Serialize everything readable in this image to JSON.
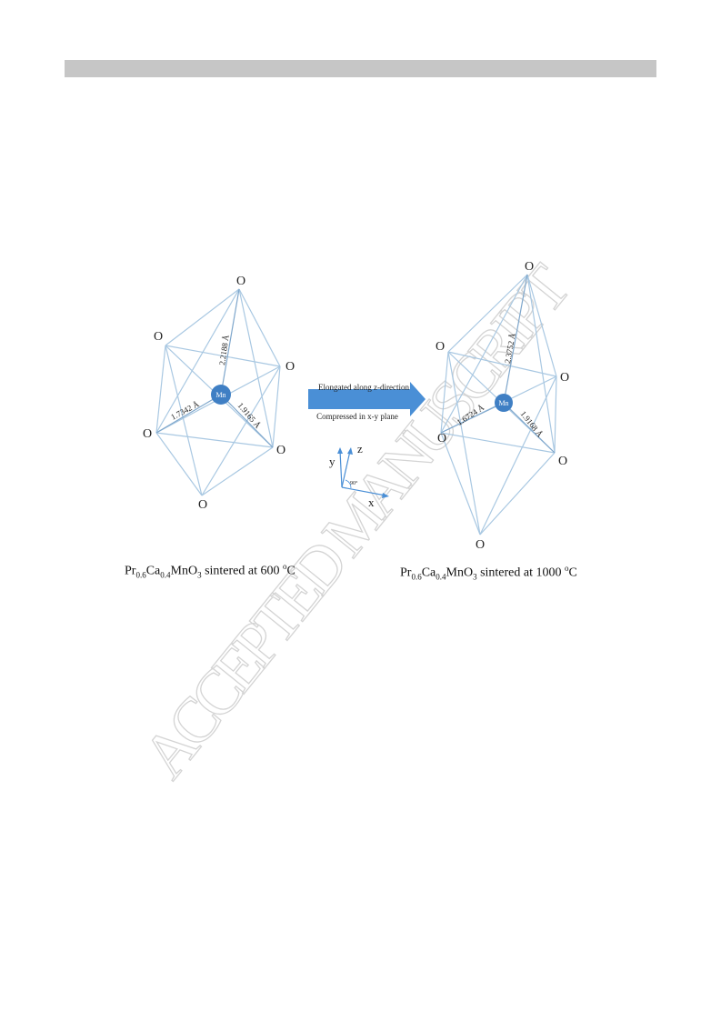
{
  "watermark": "ACCEPTED MANUSCRIPT",
  "left": {
    "atom_labels": [
      "O",
      "O",
      "O",
      "O",
      "O",
      "O"
    ],
    "center": "Mn",
    "bond_lengths": [
      "2.2188 Å",
      "1.7342 Å",
      "1.9165 Å"
    ],
    "caption": {
      "pr": "Pr",
      "pr_sub": "0.6",
      "ca": "Ca",
      "ca_sub": "0.4",
      "mn": "MnO",
      "o_sub": "3",
      "rest": " sintered at 600 ",
      "deg": "o",
      "unit": "C"
    }
  },
  "right": {
    "atom_labels": [
      "O",
      "O",
      "O",
      "O",
      "O",
      "O"
    ],
    "center": "Mn",
    "bond_lengths": [
      "2.3752 Å",
      "1.6724 Å",
      "1.9168 Å"
    ],
    "caption": {
      "pr": "Pr",
      "pr_sub": "0.6",
      "ca": "Ca",
      "ca_sub": "0.4",
      "mn": "MnO",
      "o_sub": "3",
      "rest": " sintered at 1000 ",
      "deg": "o",
      "unit": "C"
    }
  },
  "arrow": {
    "top_text": "Elongated  along  z-direction",
    "bottom_text": "Compressed in  x-y  plane"
  },
  "axes": {
    "x": "x",
    "y": "y",
    "z": "z",
    "angle": "90°"
  },
  "colors": {
    "edge": "#a9c8e2",
    "sphere": "#3f7fc4",
    "arrow": "#4a8fd6",
    "axis": "#4a8fd6"
  }
}
